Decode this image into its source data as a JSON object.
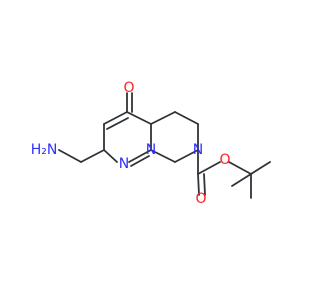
{
  "colors": {
    "background": "#ffffff",
    "bond": "#2f3338",
    "oxygen": "#ff1f1f",
    "nitrogen": "#2f2fff"
  },
  "labels": {
    "ring_oxygen": "O",
    "ring_nitrogen_1": "N",
    "ring_nitrogen_2": "N",
    "piperazine_nitrogen": "N",
    "carbonyl_oxygen": "O",
    "ester_oxygen": "O",
    "amine_group": "H₂N"
  }
}
